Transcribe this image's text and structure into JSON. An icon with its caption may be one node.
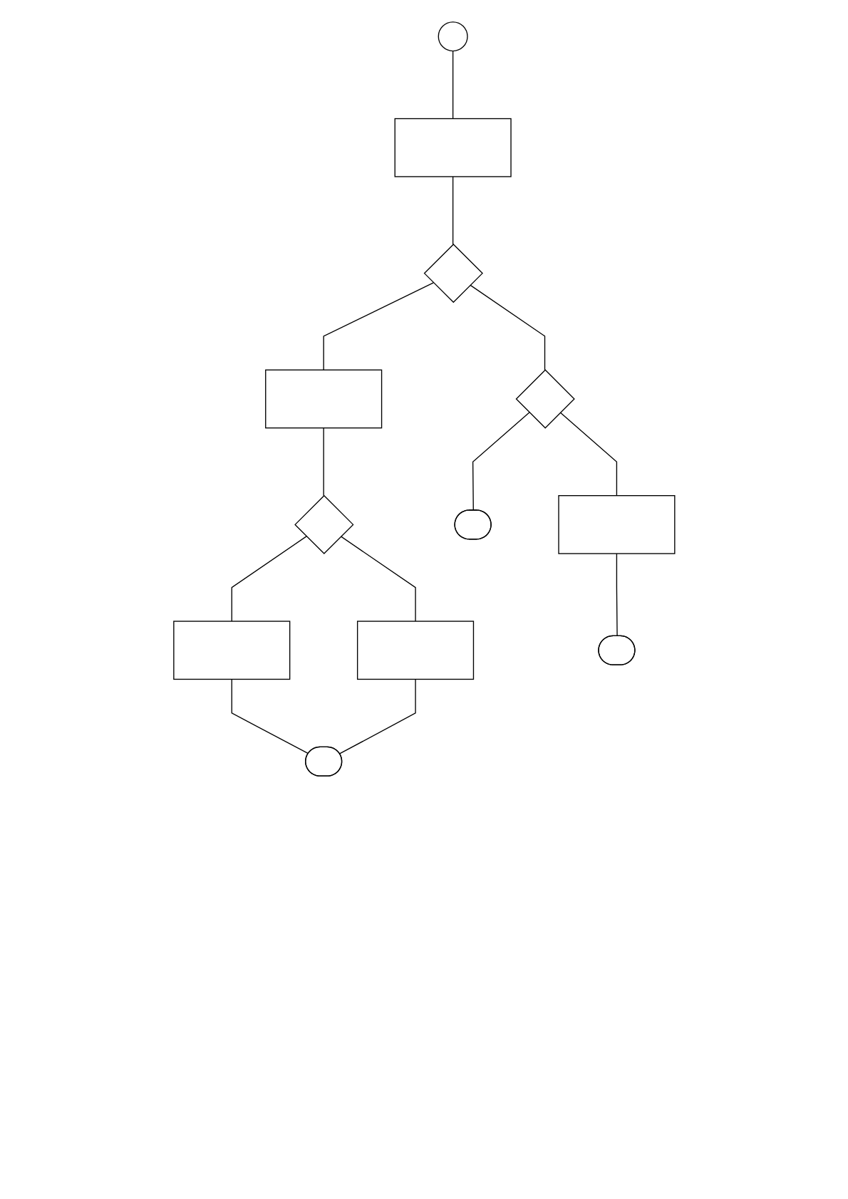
{
  "diagram": {
    "nodes": [
      {
        "text": [],
        "shape": "circle"
      },
      {
        "text": [],
        "shape": "box"
      },
      {
        "text": [],
        "shape": "diamond"
      },
      {
        "text": [],
        "shape": "box"
      },
      {
        "text": [],
        "shape": "diamond"
      },
      {
        "text": [],
        "shape": "box"
      },
      {
        "text": [],
        "shape": "box"
      },
      {
        "text": [],
        "shape": "stadium"
      },
      {
        "text": [],
        "shape": "diamond"
      },
      {
        "text": [],
        "shape": "stadium"
      },
      {
        "text": [],
        "shape": "box"
      },
      {
        "text": [],
        "shape": "stadium"
      }
    ],
    "edges": [
      {
        "from": 0,
        "to": 1,
        "arrow": "none"
      },
      {
        "from": 1,
        "to": 2,
        "arrow": "none"
      },
      {
        "from": 2,
        "to": 3,
        "arrow": "none"
      },
      {
        "from": 3,
        "to": 4,
        "arrow": "none"
      },
      {
        "from": 4,
        "to": 5,
        "arrow": "none"
      },
      {
        "from": 4,
        "to": 6,
        "arrow": "none"
      },
      {
        "from": 5,
        "to": 7,
        "arrow": "none"
      },
      {
        "from": 6,
        "to": 7,
        "arrow": "none"
      },
      {
        "from": 2,
        "to": 8,
        "arrow": "none"
      },
      {
        "from": 8,
        "to": 9,
        "arrow": "none"
      },
      {
        "from": 8,
        "to": 10,
        "arrow": "none"
      },
      {
        "from": 10,
        "to": 11,
        "arrow": "none"
      }
    ]
  }
}
